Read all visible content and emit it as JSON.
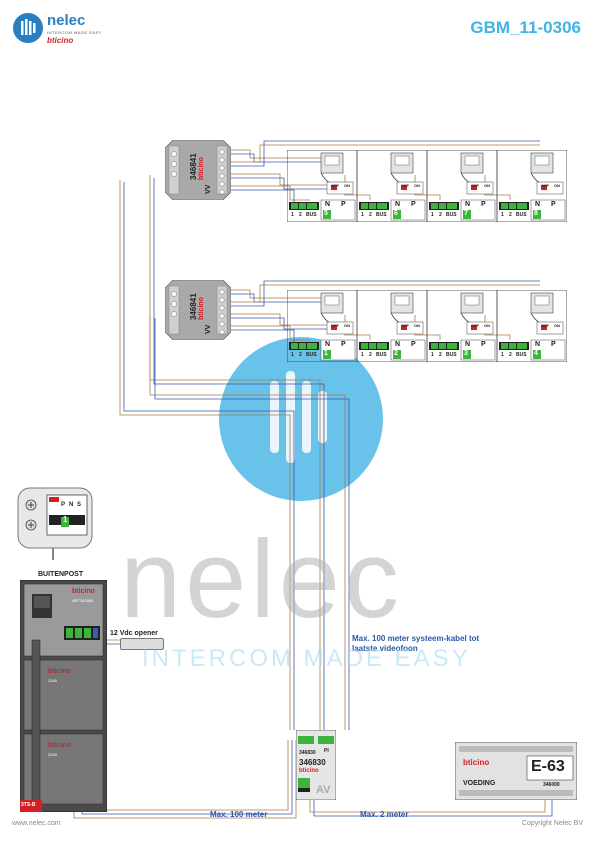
{
  "header": {
    "logo_name": "nelec",
    "logo_tagline": "INTERCOM MADE EASY",
    "logo_brand": "bticino",
    "document_code": "GBM_11-0306"
  },
  "watermark": {
    "name": "nelec",
    "tagline": "INTERCOM MADE EASY"
  },
  "distributors": [
    {
      "code": "346841",
      "brand": "bticino",
      "vv": "VV"
    },
    {
      "code": "346841",
      "brand": "bticino",
      "vv": "VV"
    }
  ],
  "monitor_rows": [
    {
      "units": [
        "5",
        "6",
        "7",
        "8"
      ]
    },
    {
      "units": [
        "1",
        "2",
        "3",
        "4"
      ]
    }
  ],
  "monitor_labels": {
    "terminal_1": "1",
    "terminal_2": "2",
    "terminal_bus": "BUS",
    "terminal_n": "N",
    "terminal_p": "P",
    "switch_off": "OFF",
    "switch_on": "ON"
  },
  "outdoor_station": {
    "title": "BUITENPOST",
    "brand": "bticino",
    "model": "ART342560",
    "module_code": "2240",
    "bottom_tag": "3TS-B",
    "detail_labels": [
      "P",
      "N",
      "S"
    ],
    "detail_number": "1"
  },
  "opener_label": "12 Vdc opener",
  "system_note": "Max. 100 meter systeem-kabel tot laatste videofoon",
  "interface": {
    "code": "346830",
    "brand": "bticino",
    "pi": "PI",
    "av": "AV"
  },
  "power_supply": {
    "brand": "bticino",
    "code": "E-63",
    "name": "VOEDING",
    "model": "346000"
  },
  "cable_labels": {
    "left": "Max. 100 meter",
    "right": "Max. 2 meter"
  },
  "footer": {
    "website": "www.nelec.com",
    "copyright": "Copyright Nelec BV"
  },
  "colors": {
    "accent": "#42b3e5",
    "label_blue": "#2b59a8",
    "brand_red": "#d41f26",
    "wire_brown": "#b07a4a",
    "wire_blue": "#3b5bb5",
    "unit_green": "#3db53d"
  }
}
